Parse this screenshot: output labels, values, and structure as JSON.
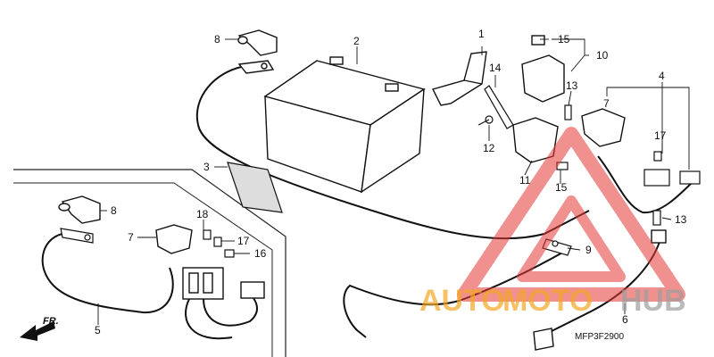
{
  "diagram": {
    "callouts": {
      "c1": "1",
      "c2": "2",
      "c3": "3",
      "c4": "4",
      "c5": "5",
      "c6": "6",
      "c7a": "7",
      "c7b": "7",
      "c8a": "8",
      "c8b": "8",
      "c9": "9",
      "c10": "10",
      "c11": "11",
      "c12": "12",
      "c13a": "13",
      "c13b": "13",
      "c14": "14",
      "c15a": "15",
      "c15b": "15",
      "c16": "16",
      "c17a": "17",
      "c17b": "17",
      "c18": "18"
    },
    "front_label": "FR.",
    "drawing_code": "MFP3F2900"
  },
  "watermark": {
    "text_a": "AUTO",
    "text_b": "MOTO",
    "text_c": "HUB",
    "color_orange": "#f5a623",
    "color_red": "#e53935",
    "color_gray": "#9e9e9e"
  }
}
